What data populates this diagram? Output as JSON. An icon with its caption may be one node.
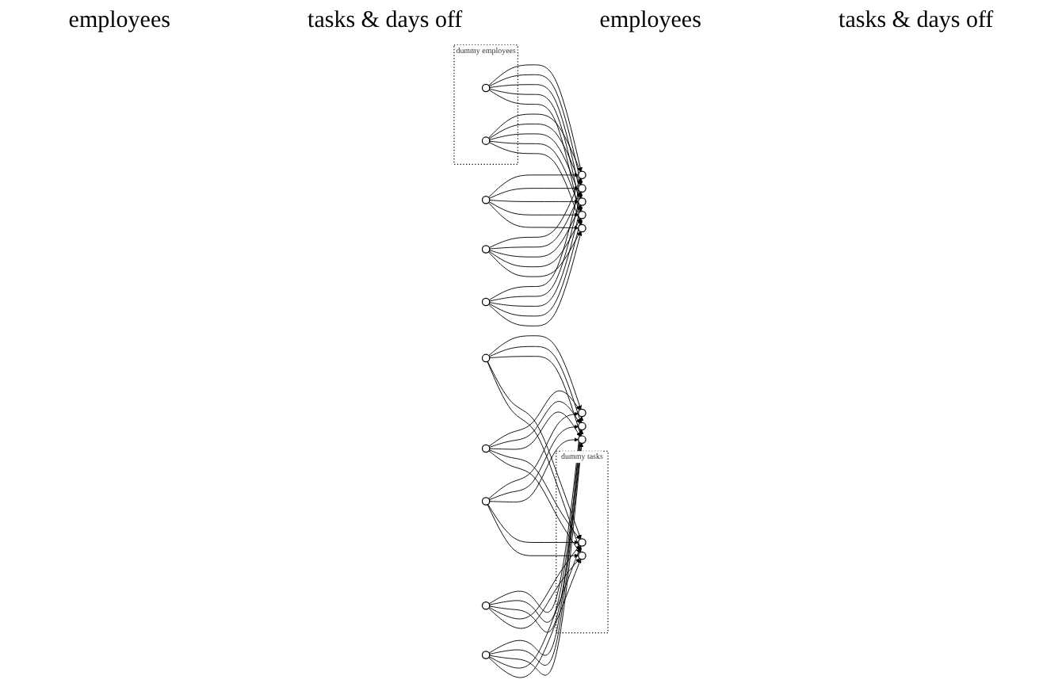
{
  "diagram": {
    "nodes": [
      {
        "text": [],
        "shape": "circle"
      },
      {
        "text": [],
        "shape": "circle"
      },
      {
        "text": [],
        "shape": "circle"
      },
      {
        "text": [
          "dummy employees"
        ]
      },
      {
        "text": [],
        "shape": "circle",
        "in": 3
      },
      {
        "text": [],
        "shape": "circle",
        "in": 3
      },
      {
        "text": [],
        "shape": "circle"
      },
      {
        "text": [],
        "shape": "circle"
      },
      {
        "text": [],
        "shape": "circle"
      },
      {
        "text": [],
        "shape": "circle"
      },
      {
        "text": [],
        "shape": "circle"
      },
      {
        "text": [],
        "shape": "circle"
      },
      {
        "text": [],
        "shape": "circle"
      },
      {
        "text": [],
        "shape": "circle"
      },
      {
        "text": [],
        "shape": "circle"
      },
      {
        "text": [],
        "shape": "circle"
      },
      {
        "text": [],
        "shape": "circle"
      },
      {
        "text": [],
        "shape": "circle"
      },
      {
        "text": [],
        "shape": "circle"
      },
      {
        "text": [
          "dummy tasks"
        ]
      },
      {
        "text": [],
        "shape": "circle",
        "in": 19
      },
      {
        "text": [],
        "shape": "circle",
        "in": 19
      }
    ],
    "edges": [
      {
        "from": 0,
        "to": 6,
        "arrow": "to"
      },
      {
        "from": 0,
        "to": 7,
        "arrow": "to"
      },
      {
        "from": 0,
        "to": 8,
        "arrow": "to"
      },
      {
        "from": 0,
        "to": 9,
        "arrow": "to"
      },
      {
        "from": 0,
        "to": 10,
        "arrow": "to"
      },
      {
        "from": 1,
        "to": 6,
        "arrow": "to"
      },
      {
        "from": 1,
        "to": 7,
        "arrow": "to"
      },
      {
        "from": 1,
        "to": 8,
        "arrow": "to"
      },
      {
        "from": 1,
        "to": 9,
        "arrow": "to"
      },
      {
        "from": 1,
        "to": 10,
        "arrow": "to"
      },
      {
        "from": 2,
        "to": 6,
        "arrow": "to"
      },
      {
        "from": 2,
        "to": 7,
        "arrow": "to"
      },
      {
        "from": 2,
        "to": 8,
        "arrow": "to"
      },
      {
        "from": 2,
        "to": 9,
        "arrow": "to"
      },
      {
        "from": 2,
        "to": 10,
        "arrow": "to"
      },
      {
        "from": 4,
        "to": 6,
        "arrow": "to"
      },
      {
        "from": 4,
        "to": 7,
        "arrow": "to"
      },
      {
        "from": 4,
        "to": 8,
        "arrow": "to"
      },
      {
        "from": 4,
        "to": 9,
        "arrow": "to"
      },
      {
        "from": 4,
        "to": 10,
        "arrow": "to"
      },
      {
        "from": 5,
        "to": 6,
        "arrow": "to"
      },
      {
        "from": 5,
        "to": 7,
        "arrow": "to"
      },
      {
        "from": 5,
        "to": 8,
        "arrow": "to"
      },
      {
        "from": 5,
        "to": 9,
        "arrow": "to"
      },
      {
        "from": 5,
        "to": 10,
        "arrow": "to"
      },
      {
        "from": 11,
        "to": 16,
        "arrow": "to"
      },
      {
        "from": 11,
        "to": 17,
        "arrow": "to"
      },
      {
        "from": 11,
        "to": 18,
        "arrow": "to"
      },
      {
        "from": 11,
        "to": 20,
        "arrow": "to"
      },
      {
        "from": 11,
        "to": 21,
        "arrow": "to"
      },
      {
        "from": 12,
        "to": 16,
        "arrow": "to"
      },
      {
        "from": 12,
        "to": 17,
        "arrow": "to"
      },
      {
        "from": 12,
        "to": 18,
        "arrow": "to"
      },
      {
        "from": 12,
        "to": 20,
        "arrow": "to"
      },
      {
        "from": 12,
        "to": 21,
        "arrow": "to"
      },
      {
        "from": 13,
        "to": 16,
        "arrow": "to"
      },
      {
        "from": 13,
        "to": 17,
        "arrow": "to"
      },
      {
        "from": 13,
        "to": 18,
        "arrow": "to"
      },
      {
        "from": 13,
        "to": 20,
        "arrow": "to"
      },
      {
        "from": 13,
        "to": 21,
        "arrow": "to"
      },
      {
        "from": 14,
        "to": 16,
        "arrow": "to"
      },
      {
        "from": 14,
        "to": 17,
        "arrow": "to"
      },
      {
        "from": 14,
        "to": 18,
        "arrow": "to"
      },
      {
        "from": 14,
        "to": 20,
        "arrow": "to"
      },
      {
        "from": 14,
        "to": 21,
        "arrow": "to"
      },
      {
        "from": 15,
        "to": 16,
        "arrow": "to"
      },
      {
        "from": 15,
        "to": 17,
        "arrow": "to"
      },
      {
        "from": 15,
        "to": 18,
        "arrow": "to"
      },
      {
        "from": 15,
        "to": 20,
        "arrow": "to"
      },
      {
        "from": 15,
        "to": 21,
        "arrow": "to"
      }
    ],
    "labels": [
      "employees",
      "tasks & days off",
      "employees",
      "tasks & days off"
    ]
  }
}
